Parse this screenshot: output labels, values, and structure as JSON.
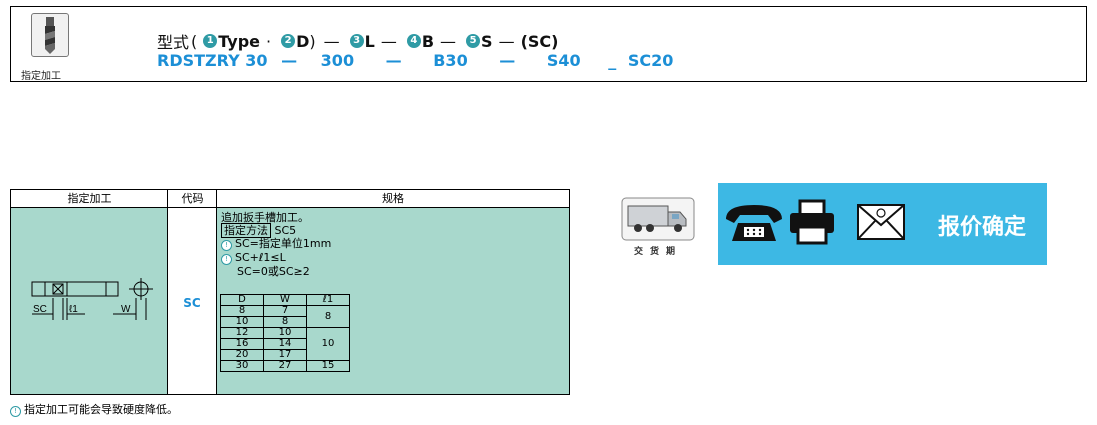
{
  "type_box": {
    "icon_label": "指定加工",
    "line1": {
      "prefix": "型式",
      "open_paren": "(",
      "items": [
        {
          "num": "1",
          "text": "Type"
        },
        {
          "num": "2",
          "text": "D"
        },
        {
          "num": "3",
          "text": "L"
        },
        {
          "num": "4",
          "text": "B"
        },
        {
          "num": "5",
          "text": "S"
        }
      ],
      "dot": "·",
      "close_paren": ")",
      "dash": "—",
      "sc": "(SC)"
    },
    "line2": {
      "part": "RDSTZRY 30",
      "length": "300",
      "b": "B30",
      "s": "S40",
      "sc": "SC20",
      "dash": "—",
      "underscore": "_"
    }
  },
  "spec_table": {
    "headers": {
      "col1": "指定加工",
      "col2": "代码",
      "col3": "规格"
    },
    "code": "SC",
    "diagram_labels": {
      "sc": "SC",
      "l1": "ℓ1",
      "w": "W"
    },
    "spec_lines": {
      "line1": "追加扳手槽加工。",
      "method_label": "指定方法",
      "method_value": "SC5",
      "tip1": "SC=指定单位1mm",
      "tip2": "SC+ℓ1≤L",
      "line4": "SC=0或SC≥2"
    },
    "sub_table": {
      "headers": [
        "D",
        "W",
        "ℓ1"
      ],
      "rows": [
        [
          "8",
          "7"
        ],
        [
          "10",
          "8"
        ],
        [
          "12",
          "10"
        ],
        [
          "16",
          "14"
        ],
        [
          "20",
          "17"
        ],
        [
          "30",
          "27"
        ]
      ],
      "l1_values": [
        "8",
        "10",
        "15"
      ]
    },
    "footnote": "指定加工可能会导致硬度降低。"
  },
  "delivery": {
    "label": "交货期"
  },
  "quote_banner": {
    "text": "报价确定"
  },
  "colors": {
    "accent_blue": "#1c8fd6",
    "teal": "#2f9ba5",
    "table_fill": "#a8d8cc",
    "banner": "#3db8e4"
  }
}
